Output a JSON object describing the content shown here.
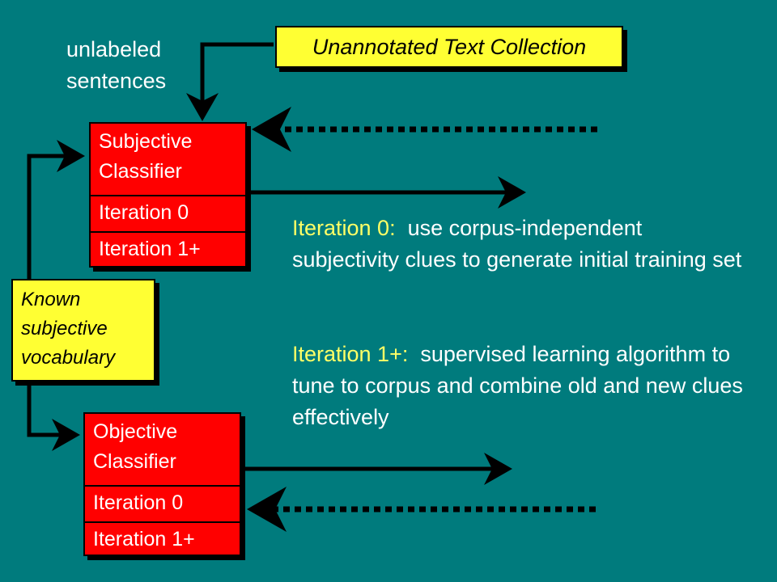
{
  "source": {
    "title": "Unannotated Text Collection",
    "edge_label": [
      "unlabeled",
      "sentences"
    ]
  },
  "subjective_classifier": {
    "name": [
      "Subjective",
      "Classifier"
    ],
    "iteration_0": "Iteration 0",
    "iteration_1": "Iteration 1+"
  },
  "objective_classifier": {
    "name": [
      "Objective",
      "Classifier"
    ],
    "iteration_0": "Iteration 0",
    "iteration_1": "Iteration 1+"
  },
  "known_vocabulary": {
    "lines": [
      "Known",
      "subjective",
      "vocabulary"
    ]
  },
  "notes": [
    {
      "label": "Iteration 0:",
      "text": "use corpus-independent subjectivity clues to generate initial training set"
    },
    {
      "label": "Iteration 1+:",
      "text": "supervised learning algorithm to tune to corpus and combine old and new clues effectively"
    }
  ],
  "colors": {
    "background": "#007b7d",
    "classifier_fill": "#ff0000",
    "highlight_fill": "#ffff33",
    "label_text": "#ffff66",
    "body_text": "#ffffff",
    "arrow": "#000000"
  }
}
